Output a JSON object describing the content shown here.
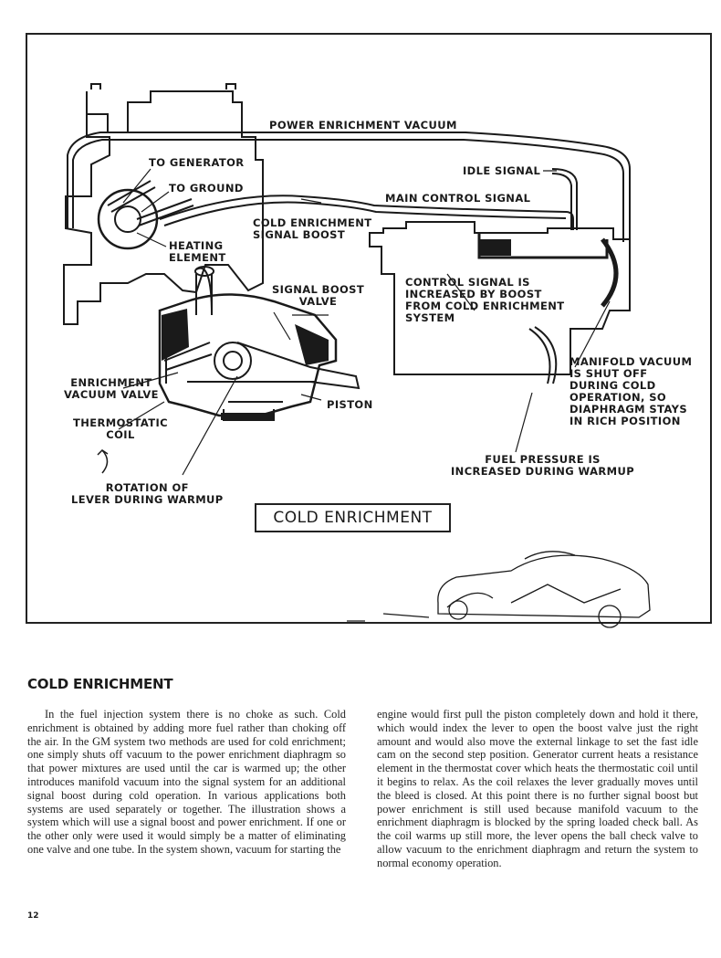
{
  "diagram": {
    "labels": {
      "power_enrichment_vacuum": "POWER ENRICHMENT VACUUM",
      "to_generator": "TO GENERATOR",
      "to_ground": "TO GROUND",
      "idle_signal": "IDLE SIGNAL",
      "main_control_signal": "MAIN CONTROL SIGNAL",
      "cold_enrichment_signal_boost": [
        "COLD ENRICHMENT",
        "SIGNAL BOOST"
      ],
      "heating_element": [
        "HEATING",
        "ELEMENT"
      ],
      "signal_boost_valve": [
        "SIGNAL BOOST",
        "VALVE"
      ],
      "control_signal_increased": [
        "CONTROL SIGNAL IS",
        "INCREASED BY BOOST",
        "FROM COLD ENRICHMENT",
        "SYSTEM"
      ],
      "enrichment_vacuum_valve": [
        "ENRICHMENT",
        "VACUUM VALVE"
      ],
      "piston": "PISTON",
      "thermostatic_coil": [
        "THERMOSTATIC",
        "COIL"
      ],
      "manifold_vacuum": [
        "MANIFOLD VACUUM",
        "IS SHUT OFF",
        "DURING COLD",
        "OPERATION, SO",
        "DIAPHRAGM STAYS",
        "IN RICH POSITION"
      ],
      "rotation_of_lever": [
        "ROTATION OF",
        "LEVER DURING WARMUP"
      ],
      "fuel_pressure": [
        "FUEL PRESSURE IS",
        "INCREASED DURING WARMUP"
      ]
    },
    "caption": "COLD ENRICHMENT"
  },
  "article": {
    "heading": "COLD ENRICHMENT",
    "left_column": "In the fuel injection system there is no choke as such. Cold enrichment is obtained by adding more fuel rather than choking off the air. In the GM system two methods are used for cold enrichment; one simply shuts off vacuum to the power enrichment diaphragm so that power mixtures are used until the car is warmed up; the other introduces manifold vacuum into the signal system for an additional signal boost during cold operation. In various applications both systems are used separately or together. The illustration shows a system which will use a signal boost and power enrichment. If one or the other only were used it would simply be a matter of eliminating one valve and one tube. In the system shown, vacuum for starting the",
    "right_column": "engine would first pull the piston completely down and hold it there, which would index the lever to open the boost valve just the right amount and would also move the external linkage to set the fast idle cam on the second step position. Generator current heats a resistance element in the thermostat cover which heats the thermostatic coil until it begins to relax. As the coil relaxes the lever gradually moves until the bleed is closed. At this point there is no further signal boost but power enrichment is still used because manifold vacuum to the enrichment diaphragm is blocked by the spring loaded check ball. As the coil warms up still more, the lever opens the ball check valve to allow vacuum to the enrichment diaphragm and return the system to normal economy operation."
  },
  "page_number": "12"
}
